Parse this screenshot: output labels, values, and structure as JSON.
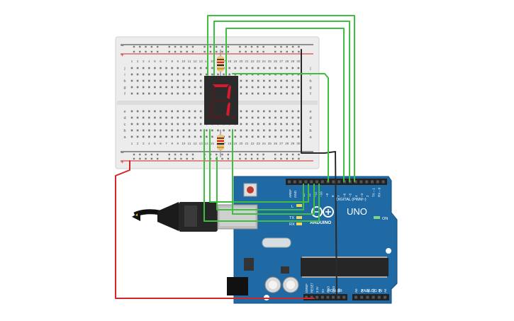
{
  "breadboard": {
    "row_letters_top": [
      "j",
      "i",
      "h",
      "g",
      "f"
    ],
    "row_letters_bottom": [
      "e",
      "d",
      "c",
      "b",
      "a"
    ],
    "column_numbers": [
      "1",
      "2",
      "3",
      "4",
      "5",
      "6",
      "7",
      "8",
      "9",
      "10",
      "11",
      "12",
      "13",
      "14",
      "15",
      "16",
      "17",
      "18",
      "19",
      "20",
      "21",
      "22",
      "23",
      "24",
      "25",
      "26",
      "27",
      "28",
      "29",
      "30"
    ],
    "rail_plus": "+",
    "rail_minus": "−"
  },
  "display": {
    "digit": "7"
  },
  "arduino": {
    "board_name": "UNO",
    "brand": "ARDUINO",
    "on_label": "ON",
    "l_label": "L",
    "tx_label": "TX",
    "rx_label": "RX",
    "digital_label": "DIGITAL (PWM~)",
    "power_label": "POWER",
    "analog_label": "ANALOG IN",
    "aref_label": "AREF",
    "gnd_label": "GND",
    "digital_pins": [
      "13",
      "12",
      "~11",
      "~10",
      "~9",
      "8",
      "7",
      "~6",
      "~5",
      "4",
      "~3",
      "2",
      "TX→1",
      "RX←0"
    ],
    "power_pins": [
      "IOREF",
      "RESET",
      "3.3V",
      "5V",
      "GND",
      "GND",
      "Vin"
    ],
    "analog_pins": [
      "A0",
      "A1",
      "A2",
      "A3",
      "A4",
      "A5"
    ]
  },
  "colors": {
    "breadboard": "#e9e9e9",
    "wire_green": "#3fbf3f",
    "wire_red": "#d32626",
    "wire_black": "#2a2a2a",
    "arduino_blue": "#1f6aa5",
    "display_segment": "#d8182c"
  }
}
